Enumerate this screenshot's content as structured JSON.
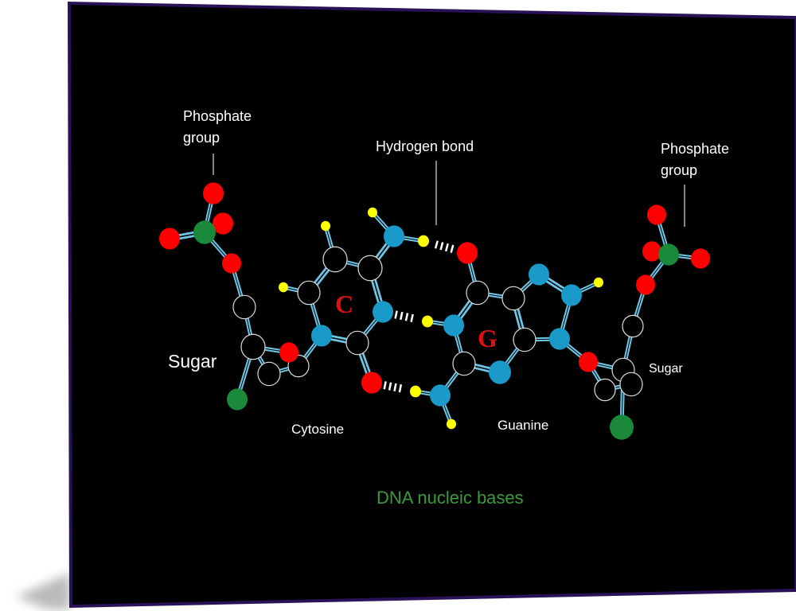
{
  "labels": {
    "phosphate_left": [
      "Phosphate",
      "group"
    ],
    "phosphate_right": [
      "Phosphate",
      "group"
    ],
    "hydrogen_bond": "Hydrogen bond",
    "sugar_left": "Sugar",
    "sugar_right": "Sugar",
    "cytosine": "Cytosine",
    "guanine": "Guanine",
    "base_c": "C",
    "base_g": "G",
    "title": "DNA nucleic bases"
  },
  "colors": {
    "background": "#000000",
    "frame": "#3a1d6e",
    "bond": "#6ec6e6",
    "oxygen": "#ff0000",
    "nitrogen": "#1a9ac8",
    "carbon": "#000000",
    "hydrogen": "#ffff00",
    "phosphorus": "#1a8a3a",
    "title": "#3a9a3a",
    "base_letter": "#e01010"
  }
}
